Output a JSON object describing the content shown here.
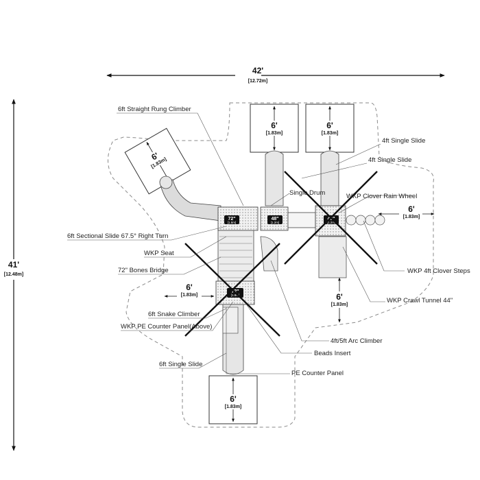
{
  "overall": {
    "width": "42'",
    "width_metric": "[12.72m]",
    "depth": "41'",
    "depth_metric": "[12.48m]"
  },
  "zones": {
    "six_ft": "6'",
    "six_ft_metric": "[1.83m]"
  },
  "decks": {
    "d72_top": "72\"",
    "d72_top_sub": "[1.8m]",
    "d48_mid": "48\"",
    "d48_mid_sub": "[1.2m]",
    "d48_right": "48\"",
    "d48_right_sub": "[1.2m]",
    "d72_bottom": "72\"",
    "d72_bottom_sub": "[1.8m]"
  },
  "labels": {
    "straight_rung_climber": "6ft Straight Rung Climber",
    "sectional_slide": "6ft Sectional Slide 67.5° Right Turn",
    "wkp_seat": "WKP Seat",
    "bones_bridge": "72\" Bones Bridge",
    "snake_climber": "6ft Snake Climber",
    "wkp_pe_counter_panel": "WKP PE Counter Panel(Above)",
    "six_ft_single_slide": "6ft Single Slide",
    "pe_counter_panel": "PE Counter Panel",
    "beads_insert": "Beads Insert",
    "arc_climber": "4ft/5ft Arc Climber",
    "crawl_tunnel": "WKP Crawl Tunnel 44\"",
    "clover_steps": "WKP 4ft Clover Steps",
    "clover_rain_wheel": "WKP Clover Rain Wheel",
    "single_drum": "Single Drum",
    "four_ft_single_slide_1": "4ft Single Slide",
    "four_ft_single_slide_2": "4ft Single Slide"
  }
}
